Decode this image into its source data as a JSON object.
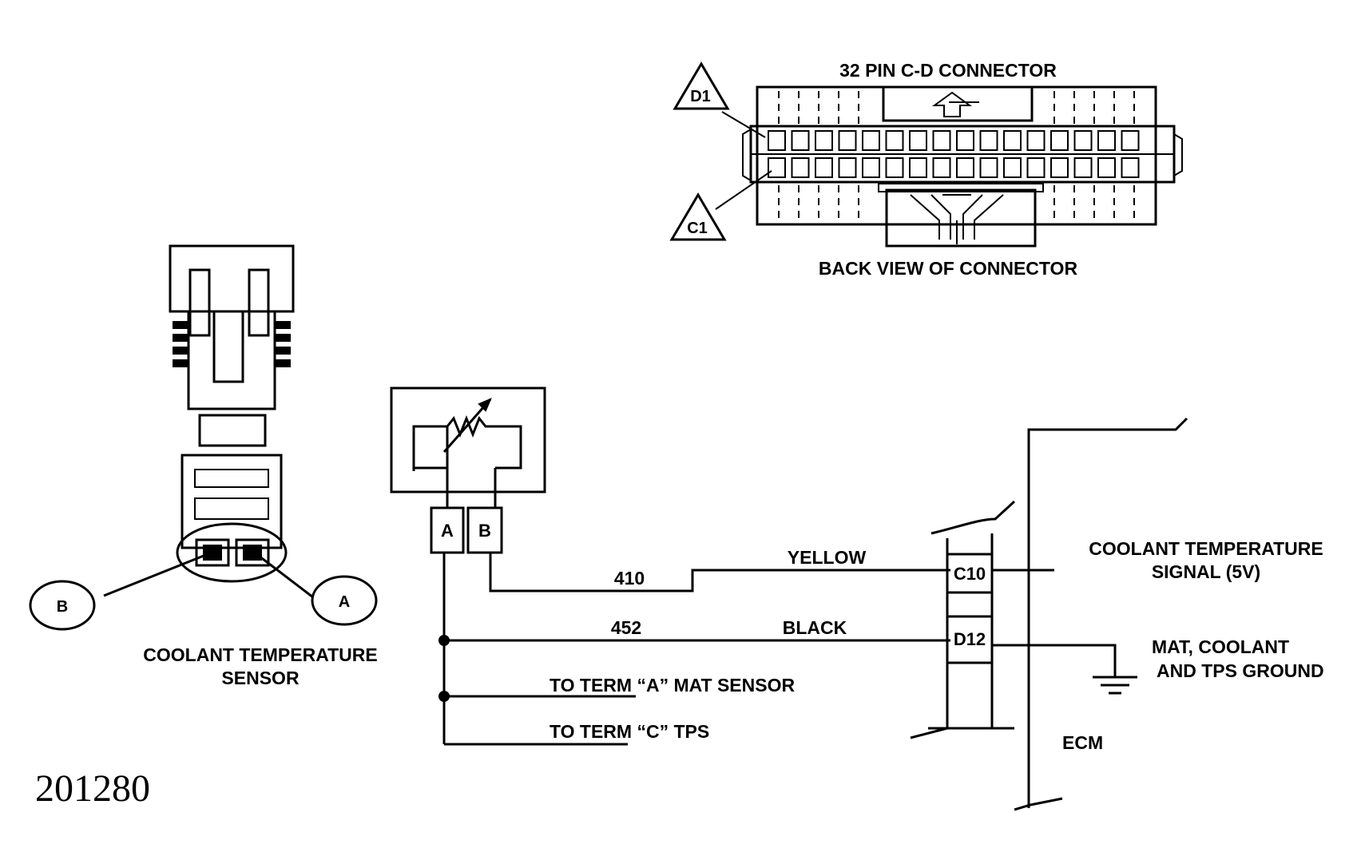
{
  "connector": {
    "title": "32 PIN C-D CONNECTOR",
    "caption": "BACK VIEW OF CONNECTOR",
    "pin_d1": "D1",
    "pin_c1": "C1"
  },
  "sensor": {
    "caption_line1": "COOLANT TEMPERATURE",
    "caption_line2": "SENSOR",
    "term_b": "B",
    "term_a": "A",
    "schematic_term_a": "A",
    "schematic_term_b": "B"
  },
  "wires": {
    "w410_number": "410",
    "w410_color": "YELLOW",
    "w452_number": "452",
    "w452_color": "BLACK",
    "to_mat": "TO TERM “A” MAT SENSOR",
    "to_tps": "TO TERM “C” TPS"
  },
  "ecm": {
    "pin_c10": "C10",
    "pin_d12": "D12",
    "signal_line1": "COOLANT TEMPERATURE",
    "signal_line2": "SIGNAL (5V)",
    "ground_line1": "MAT, COOLANT",
    "ground_line2": "AND TPS GROUND",
    "label": "ECM"
  },
  "figure_number": "201280"
}
